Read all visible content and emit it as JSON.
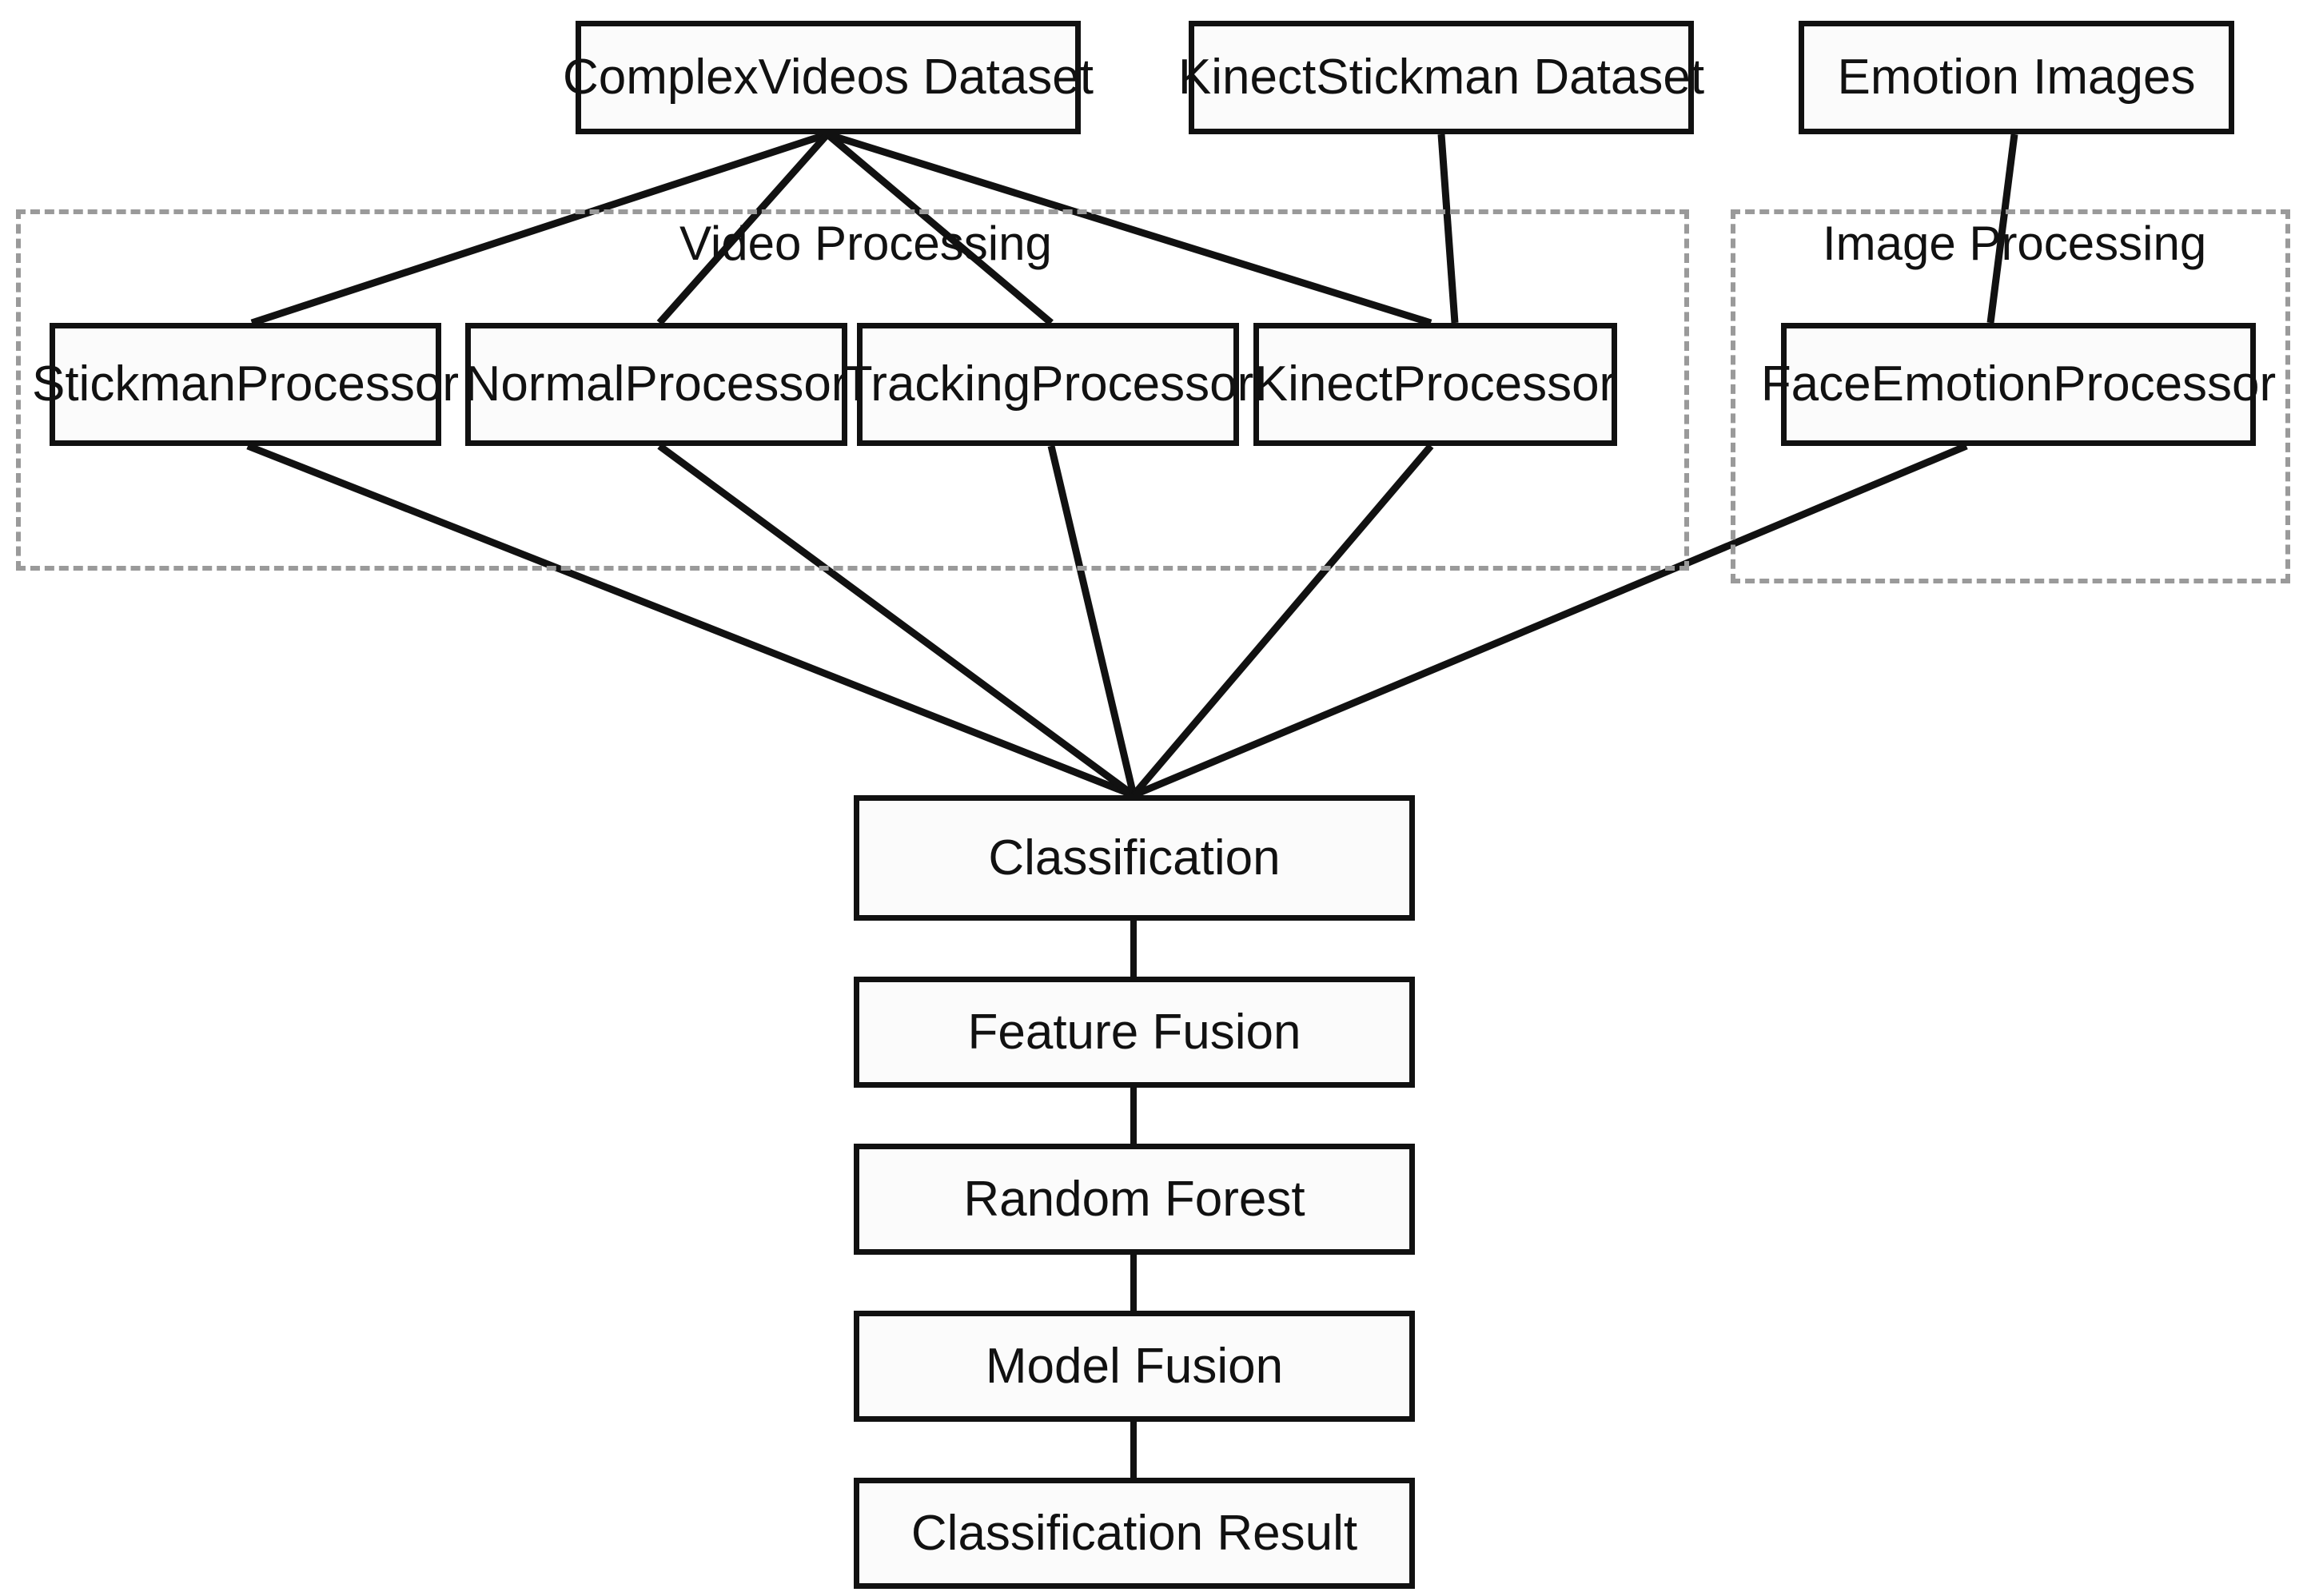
{
  "diagram": {
    "type": "flowchart",
    "direction": "top-down",
    "background_color": "#ffffff",
    "node_border_color": "#111111",
    "node_fill_color": "#fbfbfb",
    "subgraph_border_color": "#9a9a9a",
    "edge_color": "#111111"
  },
  "datasets": [
    {
      "id": "complex_videos",
      "label": "ComplexVideos Dataset"
    },
    {
      "id": "kinect_stickman",
      "label": "KinectStickman Dataset"
    },
    {
      "id": "emotion_images",
      "label": "Emotion Images"
    }
  ],
  "subgraphs": [
    {
      "id": "video_processing",
      "title": "Video Processing"
    },
    {
      "id": "image_processing",
      "title": "Image Processing"
    }
  ],
  "processors": [
    {
      "id": "stickman_processor",
      "label": "StickmanProcessor",
      "group": "video_processing"
    },
    {
      "id": "normal_processor",
      "label": "NormalProcessor",
      "group": "video_processing"
    },
    {
      "id": "tracking_processor",
      "label": "TrackingProcessor",
      "group": "video_processing"
    },
    {
      "id": "kinect_processor",
      "label": "KinectProcessor",
      "group": "video_processing"
    },
    {
      "id": "face_emotion_processor",
      "label": "FaceEmotionProcessor",
      "group": "image_processing"
    }
  ],
  "pipeline": [
    {
      "id": "classification",
      "label": "Classification"
    },
    {
      "id": "feature_fusion",
      "label": "Feature Fusion"
    },
    {
      "id": "random_forest",
      "label": "Random Forest"
    },
    {
      "id": "model_fusion",
      "label": "Model Fusion"
    },
    {
      "id": "classification_result",
      "label": "Classification Result"
    }
  ],
  "edges": [
    {
      "from": "complex_videos",
      "to": "stickman_processor"
    },
    {
      "from": "complex_videos",
      "to": "normal_processor"
    },
    {
      "from": "complex_videos",
      "to": "tracking_processor"
    },
    {
      "from": "complex_videos",
      "to": "kinect_processor"
    },
    {
      "from": "kinect_stickman",
      "to": "kinect_processor"
    },
    {
      "from": "emotion_images",
      "to": "face_emotion_processor"
    },
    {
      "from": "stickman_processor",
      "to": "classification"
    },
    {
      "from": "normal_processor",
      "to": "classification"
    },
    {
      "from": "tracking_processor",
      "to": "classification"
    },
    {
      "from": "kinect_processor",
      "to": "classification"
    },
    {
      "from": "face_emotion_processor",
      "to": "classification"
    },
    {
      "from": "classification",
      "to": "feature_fusion"
    },
    {
      "from": "feature_fusion",
      "to": "random_forest"
    },
    {
      "from": "random_forest",
      "to": "model_fusion"
    },
    {
      "from": "model_fusion",
      "to": "classification_result"
    }
  ]
}
